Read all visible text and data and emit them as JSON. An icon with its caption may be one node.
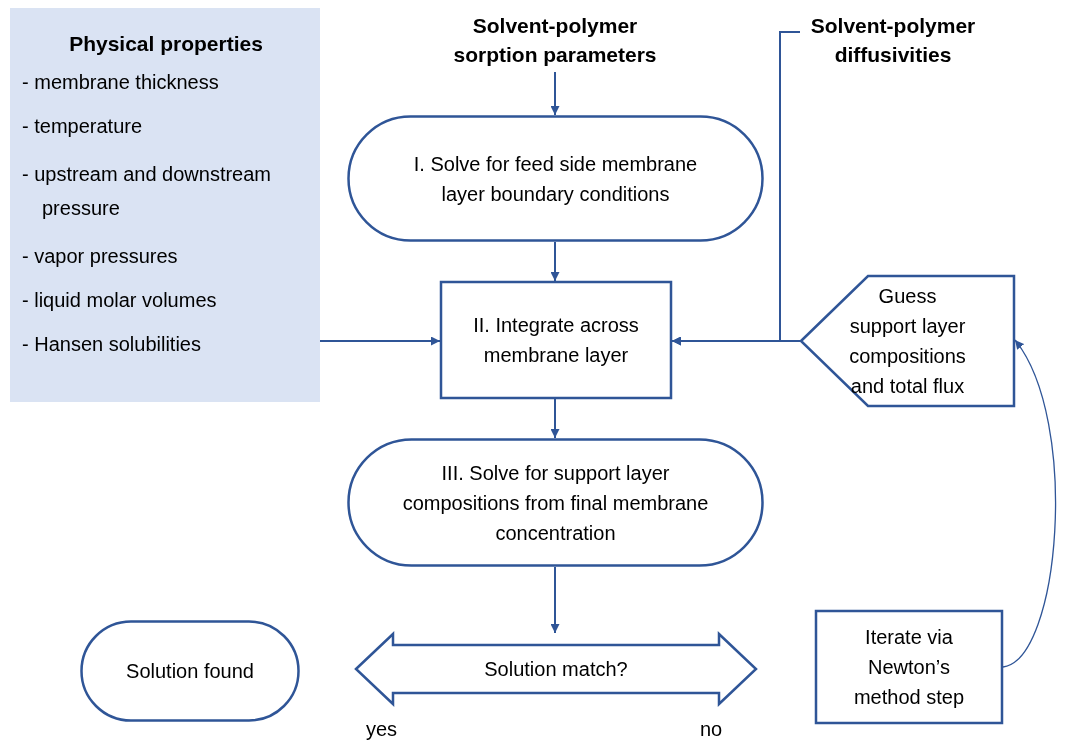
{
  "diagram": {
    "nodes": [
      {
        "text": [
          "Physical properties",
          "- membrane thickness",
          "- temperature",
          "- upstream and downstream pressure",
          "- vapor pressures",
          "- liquid molar volumes",
          "- Hansen solubilities"
        ]
      },
      {
        "text": [
          "Solvent-polymer sorption parameters"
        ]
      },
      {
        "text": [
          "Solvent-polymer diffusivities"
        ]
      },
      {
        "text": [
          "I. Solve for feed side membrane layer boundary conditions"
        ]
      },
      {
        "text": [
          "II. Integrate across membrane layer"
        ]
      },
      {
        "text": [
          "Guess support layer compositions and total flux"
        ]
      },
      {
        "text": [
          "III. Solve for support layer compositions from final membrane concentration"
        ]
      },
      {
        "text": [
          "Solution found"
        ]
      },
      {
        "text": [
          "Solution match?"
        ]
      },
      {
        "text": [
          "Iterate via Newton’s method step"
        ]
      }
    ],
    "edges": [
      {
        "from": 1,
        "to": 3,
        "arrow": "to"
      },
      {
        "from": 3,
        "to": 4,
        "arrow": "to"
      },
      {
        "from": 0,
        "to": 4,
        "arrow": "to"
      },
      {
        "from": 2,
        "to": 4,
        "arrow": "to"
      },
      {
        "from": 5,
        "to": 4,
        "arrow": "to"
      },
      {
        "from": 4,
        "to": 6,
        "arrow": "to"
      },
      {
        "from": 6,
        "to": 8,
        "arrow": "to"
      },
      {
        "from": 9,
        "to": 5,
        "arrow": "to"
      }
    ],
    "labels": [
      "yes",
      "no"
    ]
  }
}
